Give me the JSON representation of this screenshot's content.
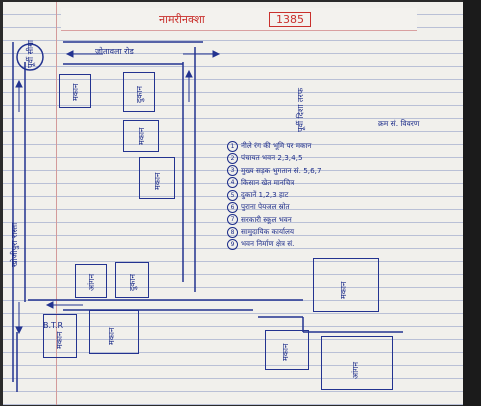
{
  "header": {
    "title": "नामरीनक्शा",
    "number": "1385"
  },
  "labels": {
    "corner": "पूर्वी सीमा",
    "top_road": "जोतावला रोड",
    "left_road": "खोजीपुरा रास्ता",
    "right_heading": "क्रम सं. विवरण",
    "vertical_right": "पूर्वी दिशा तरफ",
    "bottom_code": "B.T.R"
  },
  "houses": [
    "मकान",
    "दुकान",
    "मकान",
    "मकान",
    "आंगन",
    "दुकान",
    "मकान",
    "मकान",
    "मकान",
    "मकान",
    "आंगन"
  ],
  "legend": [
    {
      "n": "1",
      "text": "नीले रंग की भूमि पर मकान"
    },
    {
      "n": "2",
      "text": "पंचायत भवन 2,3,4,5"
    },
    {
      "n": "3",
      "text": "मुख्य सड़क भुगतान सं. 5,6,7"
    },
    {
      "n": "4",
      "text": "किसान खेत मानचित्र"
    },
    {
      "n": "5",
      "text": "दुकानें 1,2,3 हाट"
    },
    {
      "n": "6",
      "text": "पुराना पेयजल स्रोत"
    },
    {
      "n": "7",
      "text": "सरकारी स्कूल भवन"
    },
    {
      "n": "8",
      "text": "सामुदायिक कार्यालय"
    },
    {
      "n": "9",
      "text": "भवन निर्माण क्षेत्र सं."
    }
  ],
  "colors": {
    "ink": "#1d2d8a",
    "red_ink": "#c9302c",
    "paper": "#f1f0ec"
  }
}
